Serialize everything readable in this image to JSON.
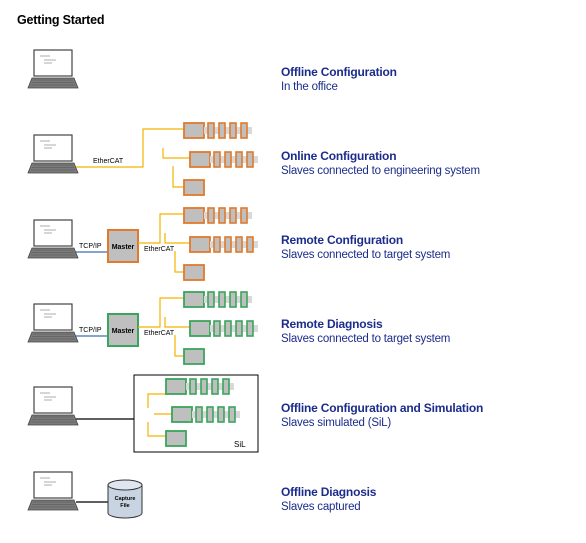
{
  "page": {
    "title": "Getting Started"
  },
  "labels": {
    "ethercat": "EtherCAT",
    "tcpip": "TCP/IP",
    "master": "Master",
    "sil": "SiL",
    "capture_line1": "Capture",
    "capture_line2": "File"
  },
  "colors": {
    "title_blue": "#1c2c8a",
    "cable_orange": "#f5b400",
    "cable_blue": "#3a6fb8",
    "slave_orange": "#e07a2c",
    "slave_green": "#3aa55c",
    "slave_fill": "#bfbfbf"
  },
  "options": [
    {
      "id": "offline-configuration",
      "title": "Offline Configuration",
      "description": "In the office",
      "icon": "laptop-icon"
    },
    {
      "id": "online-configuration",
      "title": "Online Configuration",
      "description": "Slaves connected to engineering system",
      "icon": "laptop-ethercat-slaves-diagram"
    },
    {
      "id": "remote-configuration",
      "title": "Remote Configuration",
      "description": "Slaves connected to target system",
      "icon": "laptop-master-slaves-diagram"
    },
    {
      "id": "remote-diagnosis",
      "title": "Remote Diagnosis",
      "description": "Slaves connected to target system",
      "icon": "laptop-master-slaves-green-diagram"
    },
    {
      "id": "offline-configuration-simulation",
      "title": "Offline Configuration and Simulation",
      "description": "Slaves simulated (SiL)",
      "icon": "laptop-simulated-slaves-diagram"
    },
    {
      "id": "offline-diagnosis",
      "title": "Offline Diagnosis",
      "description": "Slaves captured",
      "icon": "laptop-capture-file-diagram"
    }
  ]
}
